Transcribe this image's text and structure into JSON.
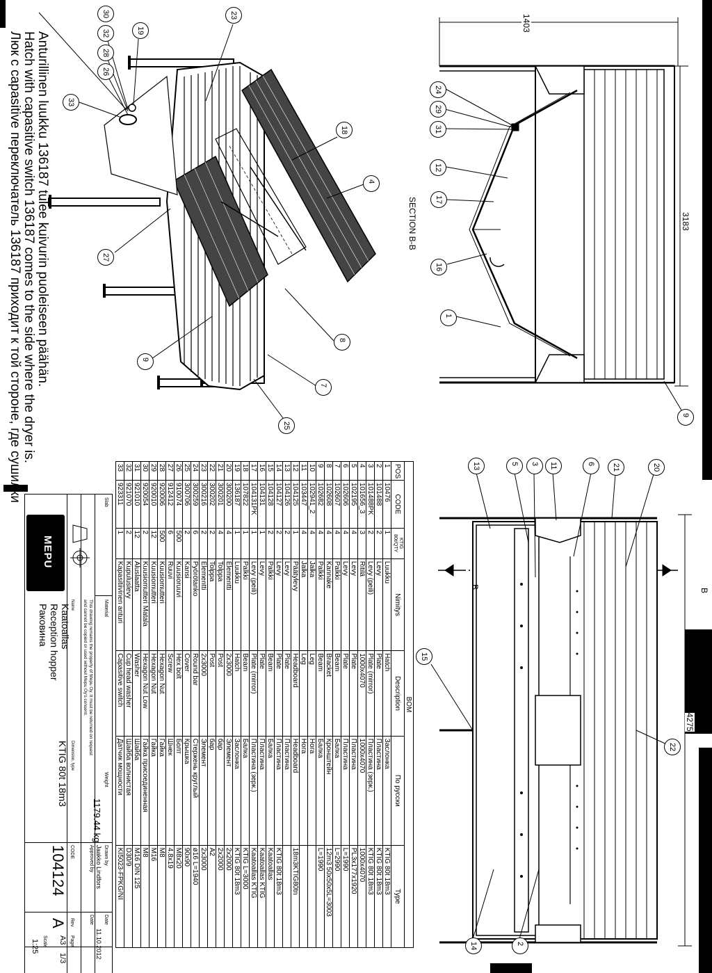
{
  "note": {
    "fi": "Anturillinen luukku 136187 tulee kuivurin puoleiseen päähän.",
    "en": "Hatch with capasitive switch 136187 comes to the side where the dryer is.",
    "ru": "Люк с capasitive переключатель 136187 приходит к той стороне, где сушилки"
  },
  "section_label": "SECTION B-B",
  "dims": {
    "width_top": "1403",
    "length_top": "3183",
    "length_bottom": "4275",
    "section_mark": "B"
  },
  "balloons_iso": [
    "19",
    "30",
    "32",
    "28",
    "26",
    "33",
    "23",
    "18",
    "4",
    "27",
    "8",
    "9",
    "7",
    "25"
  ],
  "balloons_section": [
    "24",
    "29",
    "31",
    "12",
    "17",
    "16",
    "1",
    "9"
  ],
  "balloons_side": [
    "13",
    "5",
    "3",
    "11",
    "6",
    "21",
    "20",
    "15",
    "22",
    "14",
    "2"
  ],
  "bom": {
    "header_title": "BOM",
    "col_pos": "POS",
    "col_code": "CODE",
    "col_qty": "KTIG 80t/QTY",
    "col_name": "Nimitys",
    "col_desc": "Description",
    "col_ru": "По русски",
    "col_type": "Type",
    "rows": [
      [
        "1",
        "10476",
        "1",
        "Luukku",
        "Hatch",
        "Заслонка",
        "KTIG 80t 18m3"
      ],
      [
        "2",
        "101488",
        "2",
        "Levy",
        "Plate",
        "Пластина",
        "KTIG 80t 18m3"
      ],
      [
        "3",
        "101488PK",
        "2",
        "Levy (peili)",
        "Plate (mirror)",
        "Пластина (зерк.)",
        "KTIG 80t 18m3"
      ],
      [
        "4",
        "101656_3",
        "3",
        "Ritilä",
        "1000x4070",
        "1000x4070",
        "1000x4070"
      ],
      [
        "5",
        "102195",
        "4",
        "Levy",
        "Plate",
        "Пластина",
        "PL3x177x1920"
      ],
      [
        "6",
        "102606",
        "4",
        "Levy",
        "Plate",
        "Пластина",
        "L=1990"
      ],
      [
        "7",
        "102607",
        "4",
        "Palkki",
        "Beam",
        "Балка",
        "L=2990"
      ],
      [
        "8",
        "102608",
        "4",
        "Kannake",
        "Bracket",
        "Кронштейн",
        "12m3 50x50x5L=3003"
      ],
      [
        "9",
        "102682",
        "4",
        "Palkki",
        "Beam",
        "Балка",
        "L=1990"
      ],
      [
        "10",
        "102941_2",
        "4",
        "Jalka",
        "Leg",
        "Нога",
        ""
      ],
      [
        "11",
        "103447",
        "4",
        "Jalka",
        "Leg",
        "Нога",
        ""
      ],
      [
        "12",
        "104125",
        "1",
        "Päätylevy",
        "Headboard",
        "Headboard",
        "18m3KTIG80tn"
      ],
      [
        "13",
        "104126",
        "2",
        "Levy",
        "Plate",
        "Пластина",
        ""
      ],
      [
        "14",
        "104127",
        "2",
        "Levy",
        "Plate",
        "Пластина",
        "KTIG 80t 18m3"
      ],
      [
        "15",
        "104128",
        "2",
        "Palkki",
        "Beam",
        "Балка",
        "Kaatoallas"
      ],
      [
        "16",
        "104131",
        "1",
        "Levy",
        "Plate",
        "Пластина",
        "Kaatoallas KTIG"
      ],
      [
        "17",
        "104131PK",
        "1",
        "Levy (peili)",
        "Plate (mirror)",
        "Пластина (зерк.)",
        "Kaatoallas KTIG"
      ],
      [
        "18",
        "107822",
        "1",
        "Palkki",
        "Beam",
        "Балка",
        "KTIG L=3000"
      ],
      [
        "19",
        "136187",
        "1",
        "Luukku",
        "Hatch",
        "Заслонка",
        "KTIG 80t 18m3"
      ],
      [
        "20",
        "300200",
        "4",
        "Elementti",
        "2x3000",
        "Элемент",
        "2x2000"
      ],
      [
        "21",
        "300201",
        "4",
        "Tolppa",
        "Post",
        "бар",
        "2x2000"
      ],
      [
        "22",
        "300202",
        "2",
        "Tolppa",
        "Post",
        "бар",
        "A2"
      ],
      [
        "23",
        "300216",
        "2",
        "Elementti",
        "2x3000",
        "Элемент",
        "2x3000"
      ],
      [
        "24",
        "300259",
        "6",
        "Pyörötanko",
        "Round bar",
        "Стержень круглый",
        "ø16 L=1940"
      ],
      [
        "25",
        "300706",
        "2",
        "Kansi",
        "Cover",
        "Крышка",
        "90x90"
      ],
      [
        "26",
        "910074",
        "500",
        "Kuusioruuvi",
        "Hex bolt",
        "Болт",
        "M8x20"
      ],
      [
        "27",
        "912412",
        "6",
        "Ruuvi",
        "Screw",
        "Шнек",
        "4.8x19"
      ],
      [
        "28",
        "920006",
        "500",
        "Kuusiomutteri",
        "Hexagon Nut",
        "Гайка",
        "M8"
      ],
      [
        "29",
        "920010",
        "12",
        "Kuusiomutteri",
        "Hexagon Nut",
        "Гайка",
        "M16"
      ],
      [
        "30",
        "920054",
        "2",
        "Kuusiomutteri Matala",
        "Hexagon Nut Low",
        "Гайка присоединенная",
        "M8"
      ],
      [
        "31",
        "921010",
        "12",
        "Aluslaatta",
        "Washer",
        "Шайба",
        "M16 DIN 125"
      ],
      [
        "32",
        "921070",
        "2",
        "Kupuluslevy",
        "Cup head washer",
        "Шайба волнистая",
        "D30/9"
      ],
      [
        "33",
        "923311",
        "1",
        "Kapasitiivinen anturi",
        "Capasitive switch",
        "Датчик мощности",
        "KI5023-FPKG/NI"
      ]
    ]
  },
  "title_block": {
    "slab_label": "Slab",
    "material_label": "Material",
    "weight_label": "Weight",
    "weight_value": "1179.44 kg",
    "drawn_label": "Drawn by",
    "drawn_value": "Jaakko Lindfors",
    "approved_label": "Approved by",
    "date_label": "Date",
    "date_value": "11.10.2012",
    "notice": "This drawing remains the property of Mepu Oy. It must be returned on request and cannot be copied or used without Mepu Oy's consent.",
    "name_label": "Name",
    "name_fi": "Kaatoallas",
    "name_en": "Reception hopper",
    "name_ru": "Раковина",
    "dim_label": "Dimension, type",
    "dim_value": "KTIG 80t 18m3",
    "code_label": "CODE",
    "code_value": "104124",
    "rev_label": "Rev",
    "rev_value": "A",
    "page_label": "Page",
    "page_size": "A3",
    "page_value": "1/3",
    "scale_label": "Scale",
    "scale_value": "1:25",
    "logo_text": "MEPU"
  }
}
